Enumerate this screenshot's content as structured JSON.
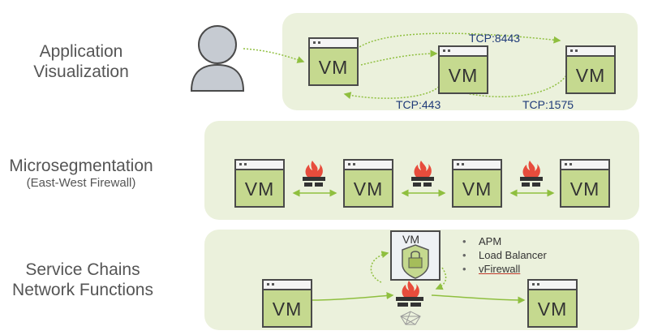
{
  "rows": [
    {
      "label": "Application",
      "label2": "Visualization"
    },
    {
      "label": "Microsegmentation",
      "sub": "(East-West Firewall)"
    },
    {
      "label": "Service Chains",
      "label2": "Network Functions"
    }
  ],
  "vm_label": "VM",
  "tcp": {
    "a": "TCP:8443",
    "b": "TCP:443",
    "c": "TCP:1575"
  },
  "services": [
    "APM",
    "Load Balancer",
    "vFirewall"
  ],
  "bullet": "•",
  "icons": [
    "user-icon",
    "firewall-icon",
    "shield-lock-icon",
    "network-icon"
  ]
}
